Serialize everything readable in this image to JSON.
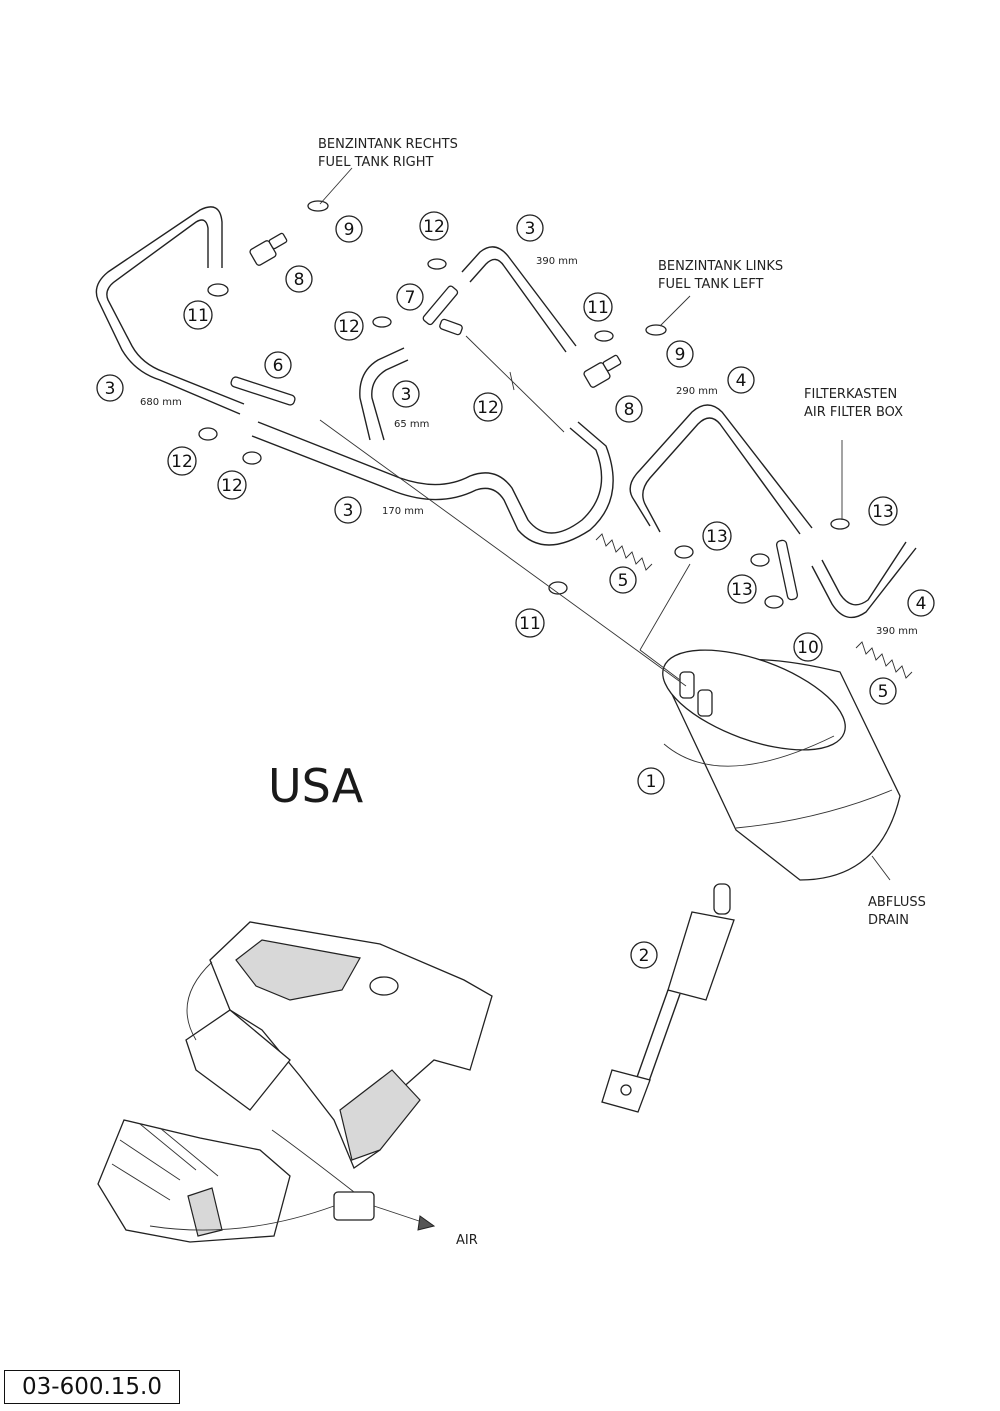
{
  "labels": {
    "fuel_tank_right_de": "BENZINTANK RECHTS",
    "fuel_tank_right_en": "FUEL TANK RIGHT",
    "fuel_tank_left_de": "BENZINTANK LINKS",
    "fuel_tank_left_en": "FUEL TANK LEFT",
    "air_filter_box_de": "FILTERKASTEN",
    "air_filter_box_en": "AIR FILTER BOX",
    "drain_de": "ABFLUSS",
    "drain_en": "DRAIN",
    "air": "AIR",
    "region": "USA"
  },
  "dimensions": {
    "d680": "680 mm",
    "d390a": "390 mm",
    "d65": "65 mm",
    "d170": "170 mm",
    "d290": "290 mm",
    "d390b": "390 mm"
  },
  "callouts": {
    "c1": "1",
    "c2": "2",
    "c3a": "3",
    "c3b": "3",
    "c3c": "3",
    "c3d": "3",
    "c4a": "4",
    "c4b": "4",
    "c5a": "5",
    "c5b": "5",
    "c6": "6",
    "c7": "7",
    "c8a": "8",
    "c8b": "8",
    "c9a": "9",
    "c9b": "9",
    "c10": "10",
    "c11a": "11",
    "c11b": "11",
    "c11c": "11",
    "c12a": "12",
    "c12b": "12",
    "c12c": "12",
    "c12d": "12",
    "c12e": "12",
    "c13a": "13",
    "c13b": "13",
    "c13c": "13"
  },
  "reference_number": "03-600.15.0"
}
